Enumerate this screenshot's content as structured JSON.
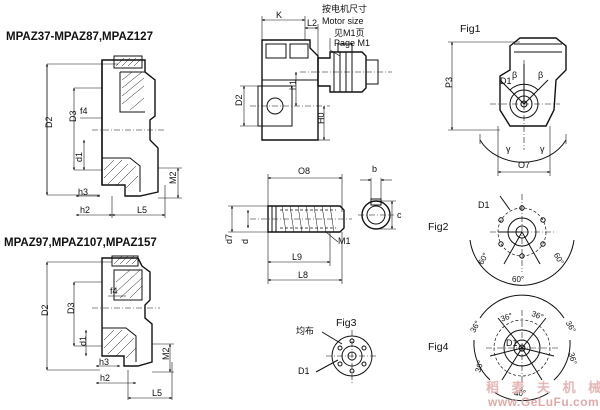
{
  "titles": {
    "top_left": "MPAZ37-MPAZ87,MPAZ127",
    "bottom_left": "MPAZ97,MPAZ107,MPAZ157"
  },
  "motor_note": {
    "line1": "按电机尺寸",
    "line2": "Motor size",
    "line3": "见M1页",
    "line4": "Page M1"
  },
  "figures": {
    "fig1": "Fig1",
    "fig2": "Fig2",
    "fig3": "Fig3",
    "fig4": "Fig4"
  },
  "dims": {
    "D2": "D2",
    "D3": "D3",
    "f4": "f4",
    "d1": "d1",
    "h3": "h3",
    "h2": "h2",
    "L5": "L5",
    "M2": "M2",
    "K": "K",
    "L2": "L2",
    "h1": "h1",
    "H0": "H0",
    "O8": "O8",
    "b": "b",
    "c": "c",
    "d7": "d7",
    "d": "d",
    "M1": "M1",
    "L9": "L9",
    "L8": "L8",
    "P3": "P3",
    "D1": "D1",
    "beta": "β",
    "gamma": "γ",
    "O7": "O7",
    "deg60": "60°",
    "deg36": "36°",
    "deg40": "40°",
    "jun_bu": "均布"
  },
  "watermark": {
    "cn": "稻 麦 夫 机 械",
    "en": "www.GeLuFu.com"
  }
}
